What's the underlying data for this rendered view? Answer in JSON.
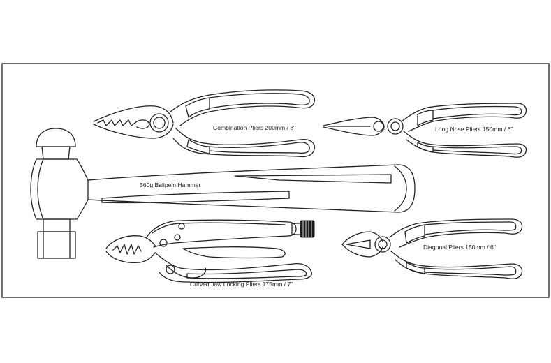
{
  "tools": {
    "combination_pliers": {
      "label": "Combination Pliers 200mm / 8\""
    },
    "long_nose_pliers": {
      "label": "Long Nose Pliers 150mm / 6\""
    },
    "ballpein_hammer": {
      "label": "560g Ballpein Hammer"
    },
    "locking_pliers": {
      "label": "Curved Jaw Locking Pliers 175mm / 7\""
    },
    "diagonal_pliers": {
      "label": "Diagonal Pliers 150mm / 6\""
    }
  },
  "colors": {
    "line": "#222222",
    "background": "#ffffff",
    "bolt": "#1a1a1a"
  }
}
